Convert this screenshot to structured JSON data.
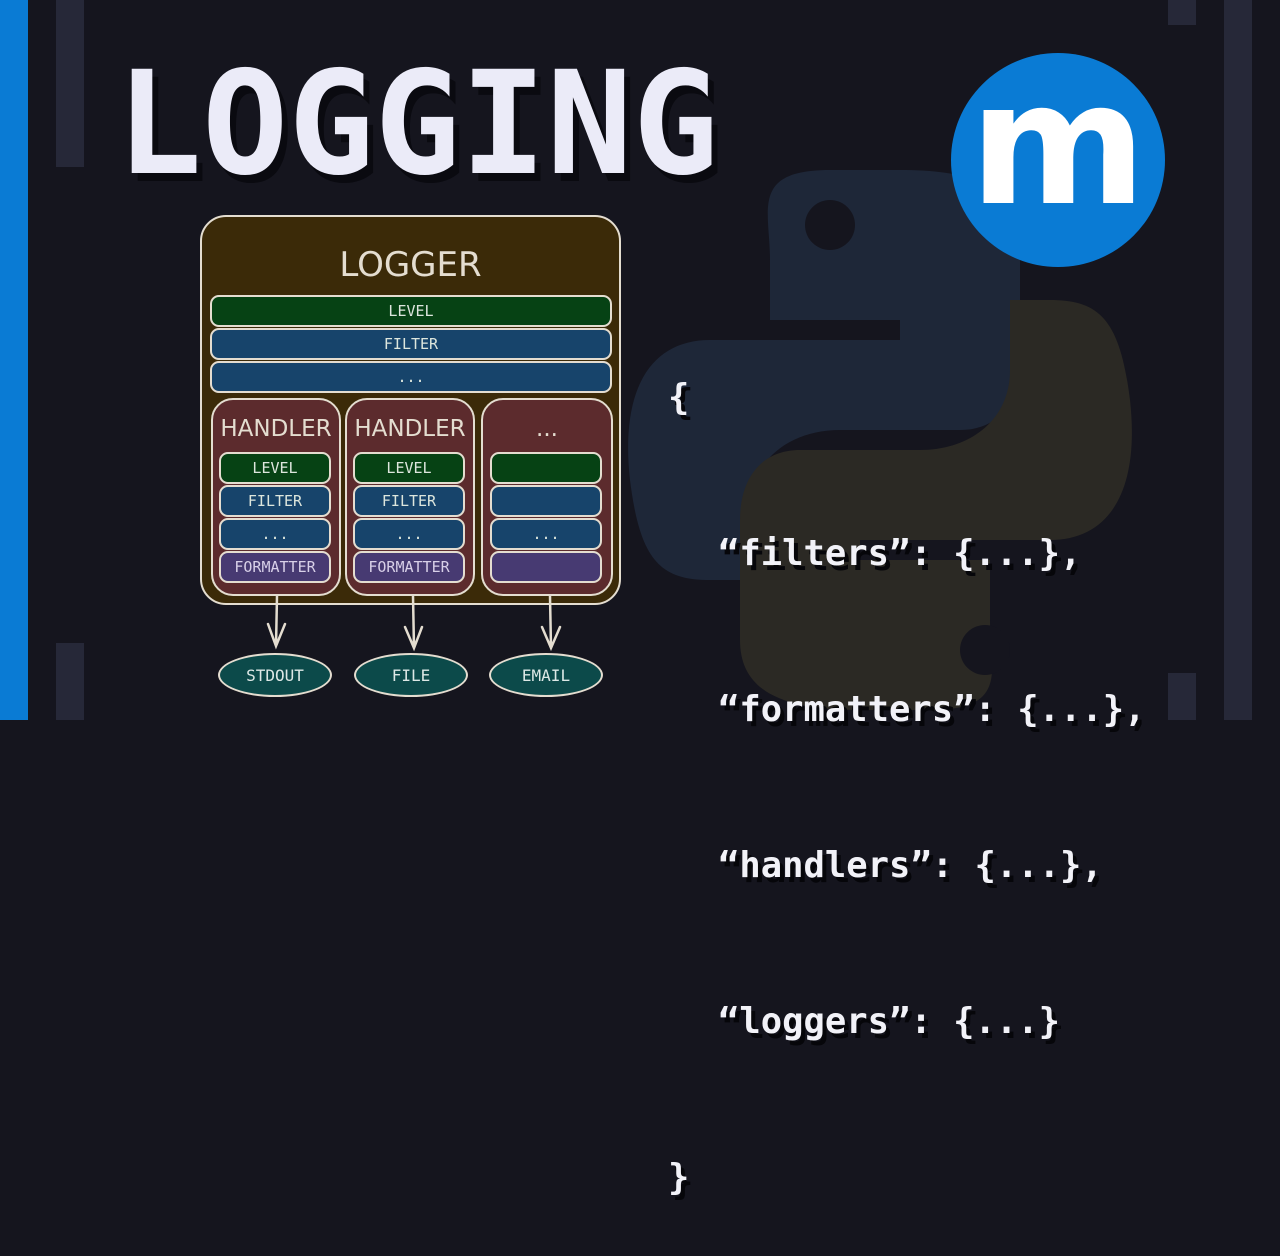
{
  "title": "LOGGING",
  "logo": {
    "letter": "m",
    "color": "#0a7bd4"
  },
  "colors": {
    "background": "#15151e",
    "accent": "#0a7bd4",
    "level": "#064214",
    "filter": "#17446b",
    "formatter": "#473a72",
    "handler": "#5c2b2d",
    "logger": "#3b2a08",
    "output": "#0c4a4a"
  },
  "diagram": {
    "logger": {
      "label": "LOGGER",
      "rows": [
        "LEVEL",
        "FILTER",
        "..."
      ]
    },
    "handlers": [
      {
        "label": "HANDLER",
        "rows": [
          "LEVEL",
          "FILTER",
          "...",
          "FORMATTER"
        ],
        "output": "STDOUT"
      },
      {
        "label": "HANDLER",
        "rows": [
          "LEVEL",
          "FILTER",
          "...",
          "FORMATTER"
        ],
        "output": "FILE"
      },
      {
        "label": "...",
        "rows": [
          "",
          "",
          "...",
          ""
        ],
        "output": "EMAIL"
      }
    ]
  },
  "code": {
    "open": "{",
    "lines": [
      "“filters”: {...},",
      "“formatters”: {...},",
      "“handlers”: {...},",
      "“loggers”: {...}"
    ],
    "close": "}"
  }
}
